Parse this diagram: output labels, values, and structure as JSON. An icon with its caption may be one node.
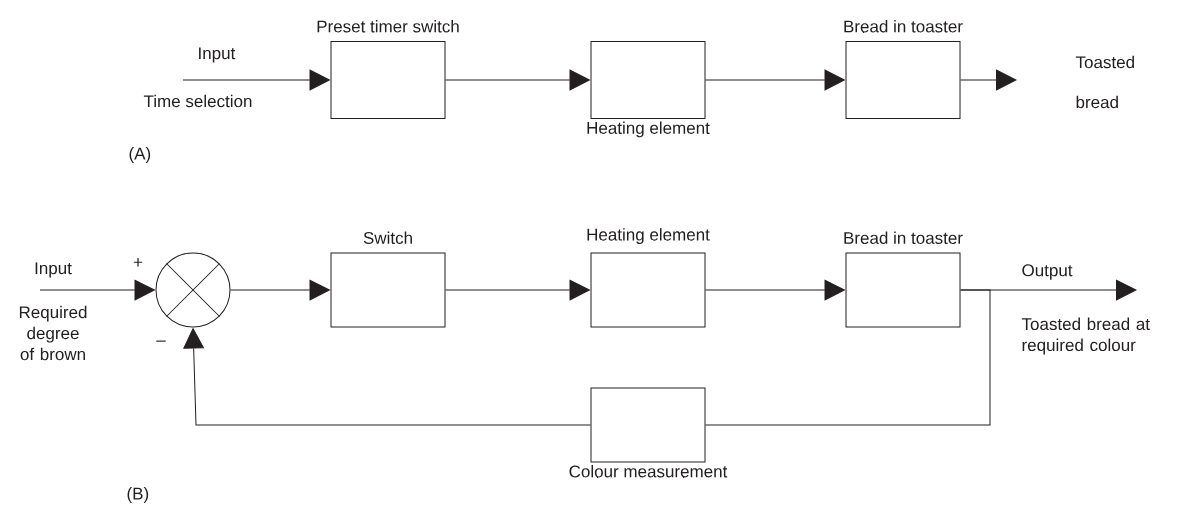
{
  "diagram": {
    "nodes": [
      {
        "text": [
          "Preset timer switch"
        ]
      },
      {
        "text": [
          "Heating element"
        ]
      },
      {
        "text": [
          "Bread in toaster"
        ]
      },
      {
        "text": [],
        "shape": "circle",
        "beside": [
          "+",
          "–"
        ]
      },
      {
        "text": [
          "Switch"
        ]
      },
      {
        "text": [
          "Heating element"
        ]
      },
      {
        "text": [
          "Bread in toaster"
        ]
      },
      {
        "text": [
          "Colour measurement"
        ]
      }
    ],
    "edges": [
      {
        "from": null,
        "to": 0,
        "arrow": "to"
      },
      {
        "from": 0,
        "to": 1,
        "arrow": "to"
      },
      {
        "from": 1,
        "to": 2,
        "arrow": "to"
      },
      {
        "from": 2,
        "to": null,
        "arrow": "to"
      },
      {
        "from": null,
        "to": 3,
        "arrow": "to"
      },
      {
        "from": 3,
        "to": 4,
        "arrow": "to"
      },
      {
        "from": 4,
        "to": 5,
        "arrow": "to"
      },
      {
        "from": 5,
        "to": 6,
        "arrow": "to"
      },
      {
        "from": 6,
        "to": null,
        "arrow": "to"
      },
      {
        "from": 6,
        "to": 7,
        "arrow": "none"
      },
      {
        "from": 7,
        "to": 3,
        "arrow": "to"
      }
    ],
    "labels": [
      "Input",
      "Time selection",
      "Toasted",
      "bread",
      "(A)",
      "Input",
      "Required degree of brown",
      "Output",
      "Toasted bread at required colour",
      "(B)"
    ]
  }
}
